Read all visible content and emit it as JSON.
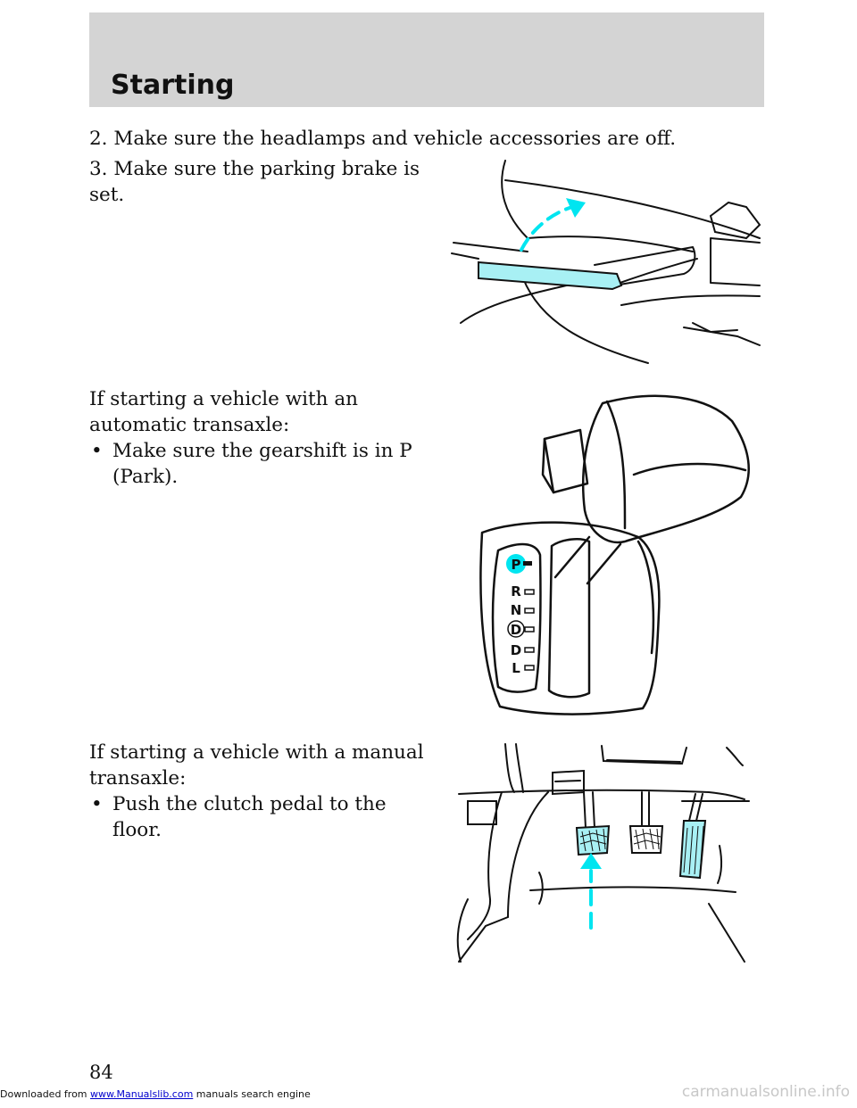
{
  "header": {
    "title": "Starting"
  },
  "content": {
    "step2": "2. Make sure the headlamps and vehicle accessories are off.",
    "step3_line1": "3. Make sure the parking brake is",
    "step3_line2": "set.",
    "auto_intro_line1": "If starting a vehicle with an",
    "auto_intro_line2": "automatic transaxle:",
    "auto_bullet_line1": "Make sure the gearshift is in P",
    "auto_bullet_line2": "(Park).",
    "manual_intro_line1": "If starting a vehicle with a manual",
    "manual_intro_line2": "transaxle:",
    "manual_bullet_line1": "Push the clutch pedal to the",
    "manual_bullet_line2": "floor.",
    "bullet_symbol": "•"
  },
  "gear_indicator": {
    "positions": [
      "P",
      "R",
      "N",
      "D",
      "D",
      "L"
    ]
  },
  "footer": {
    "page_number": "84",
    "downloaded_prefix": "Downloaded from ",
    "site_link": "www.Manualslib.com",
    "downloaded_suffix": " manuals search engine",
    "watermark": "carmanualsonline.info"
  },
  "colors": {
    "header_band": "#d4d4d4",
    "accent_cyan": "#00e5f0",
    "highlight_fill": "#a8f0f4"
  }
}
